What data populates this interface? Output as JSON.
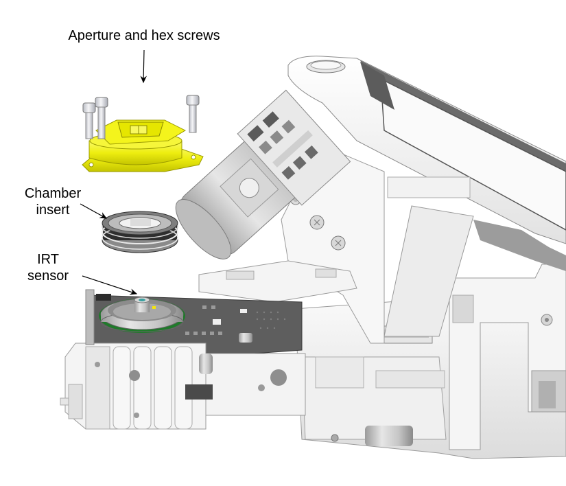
{
  "figure": {
    "title": "Exploded view of IRT sensor chamber assembly",
    "labels": {
      "aperture": "Aperture and hex screws",
      "chamber_line1": "Chamber",
      "chamber_line2": "insert",
      "irt_line1": "IRT",
      "irt_line2": "sensor"
    },
    "components": [
      {
        "id": "aperture",
        "name": "Aperture and hex screws",
        "color": "#f2f20a",
        "screw_count": 3
      },
      {
        "id": "chamber-insert",
        "name": "Chamber insert",
        "color": "#8a8a8a"
      },
      {
        "id": "irt-sensor",
        "name": "IRT sensor",
        "color": "#c8c8c8",
        "ring_color": "#1f7a2a"
      }
    ],
    "colors": {
      "background": "#ffffff",
      "aperture_yellow": "#f2f20a",
      "aperture_shadow": "#c9c900",
      "housing_light": "#f3f3f3",
      "housing_mid": "#d4d4d4",
      "housing_dark": "#8c8c8c",
      "pcb_dark": "#5a5a5a",
      "pcb_green": "#1f7a2a",
      "outline": "#3a3a3a",
      "arrow": "#000000"
    }
  }
}
